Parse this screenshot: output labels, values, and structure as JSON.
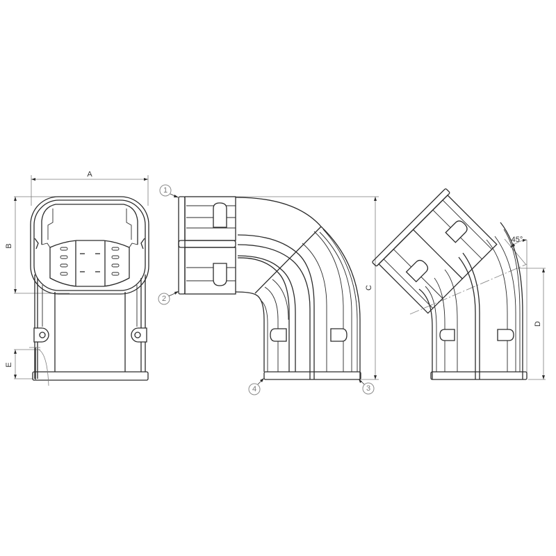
{
  "drawing": {
    "title": "Duct elbow fitting — technical drawing",
    "views": [
      {
        "id": "front-view",
        "description": "End/front view with oval opening"
      },
      {
        "id": "elbow-90-view",
        "description": "90° elbow side view"
      },
      {
        "id": "elbow-45-view",
        "description": "45° elbow side view"
      }
    ]
  },
  "dimensions": {
    "A": "A",
    "B": "B",
    "C": "C",
    "D": "D",
    "E": "E",
    "angle": "45°"
  },
  "callouts": [
    {
      "number": "1"
    },
    {
      "number": "2"
    },
    {
      "number": "3"
    },
    {
      "number": "4"
    }
  ],
  "colors": {
    "line": "#2a2a2a",
    "dimension": "#7a7a7a",
    "callout": "#8a8a8a",
    "background": "#ffffff"
  }
}
